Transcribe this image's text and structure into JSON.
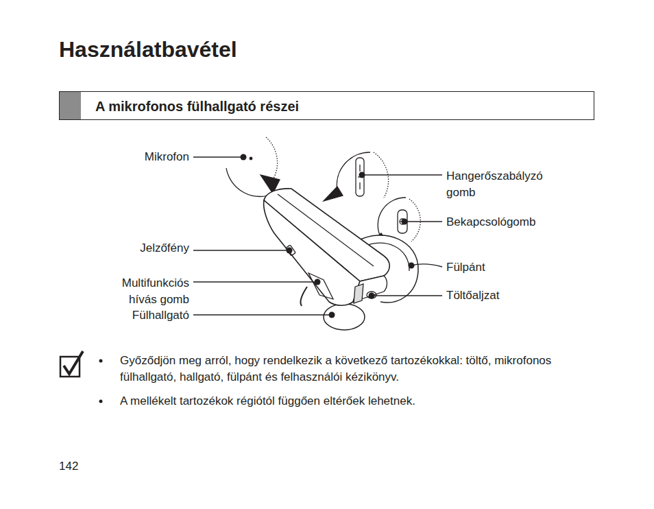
{
  "diagram": {
    "title": "Használatbavétel",
    "nodes": [
      {
        "text": [
          "A mikrofonos fülhallgató részei"
        ]
      }
    ],
    "labels": [
      "Mikrofon",
      "Hangerőszabályzó gomb",
      "Bekapcsológomb",
      "Jelzőfény",
      "Fülpánt",
      "Multifunkciós hívás gomb",
      "Töltőaljzat",
      "Fülhallgató",
      "Győződjön meg arról, hogy rendelkezik a következő tartozékokkal: töltő, mikrofonos fülhallgató, hallgató, fülpánt és felhasználói kézikönyv.",
      "A mellékelt tartozékok régiótól függően eltérőek lehetnek.",
      "142"
    ]
  }
}
